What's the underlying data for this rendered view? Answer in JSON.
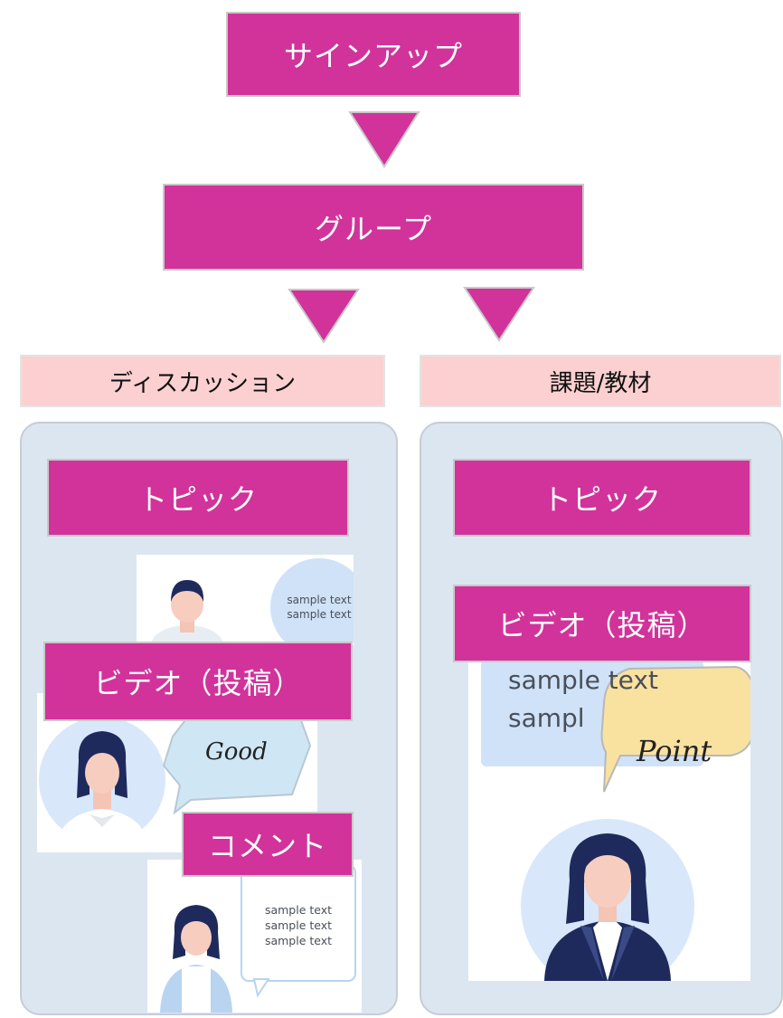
{
  "flow": {
    "signup": "サインアップ",
    "group": "グループ"
  },
  "categories": {
    "discussion": "ディスカッション",
    "assignment": "課題/教材"
  },
  "left_panel": {
    "topic": "トピック",
    "video": "ビデオ（投稿）",
    "comment": "コメント",
    "card1_lines": [
      "sample text",
      "sample text"
    ],
    "card2_word": "Good",
    "card3_lines": [
      "sample text",
      "sample text",
      "sample text"
    ]
  },
  "right_panel": {
    "topic": "トピック",
    "video": "ビデオ（投稿）",
    "card_line1": "sample text",
    "card_line2": "sampl",
    "card_word": "Point"
  },
  "colors": {
    "magenta": "#d1339b",
    "pink": "#fcd0d0",
    "panel": "#dce6f1"
  }
}
